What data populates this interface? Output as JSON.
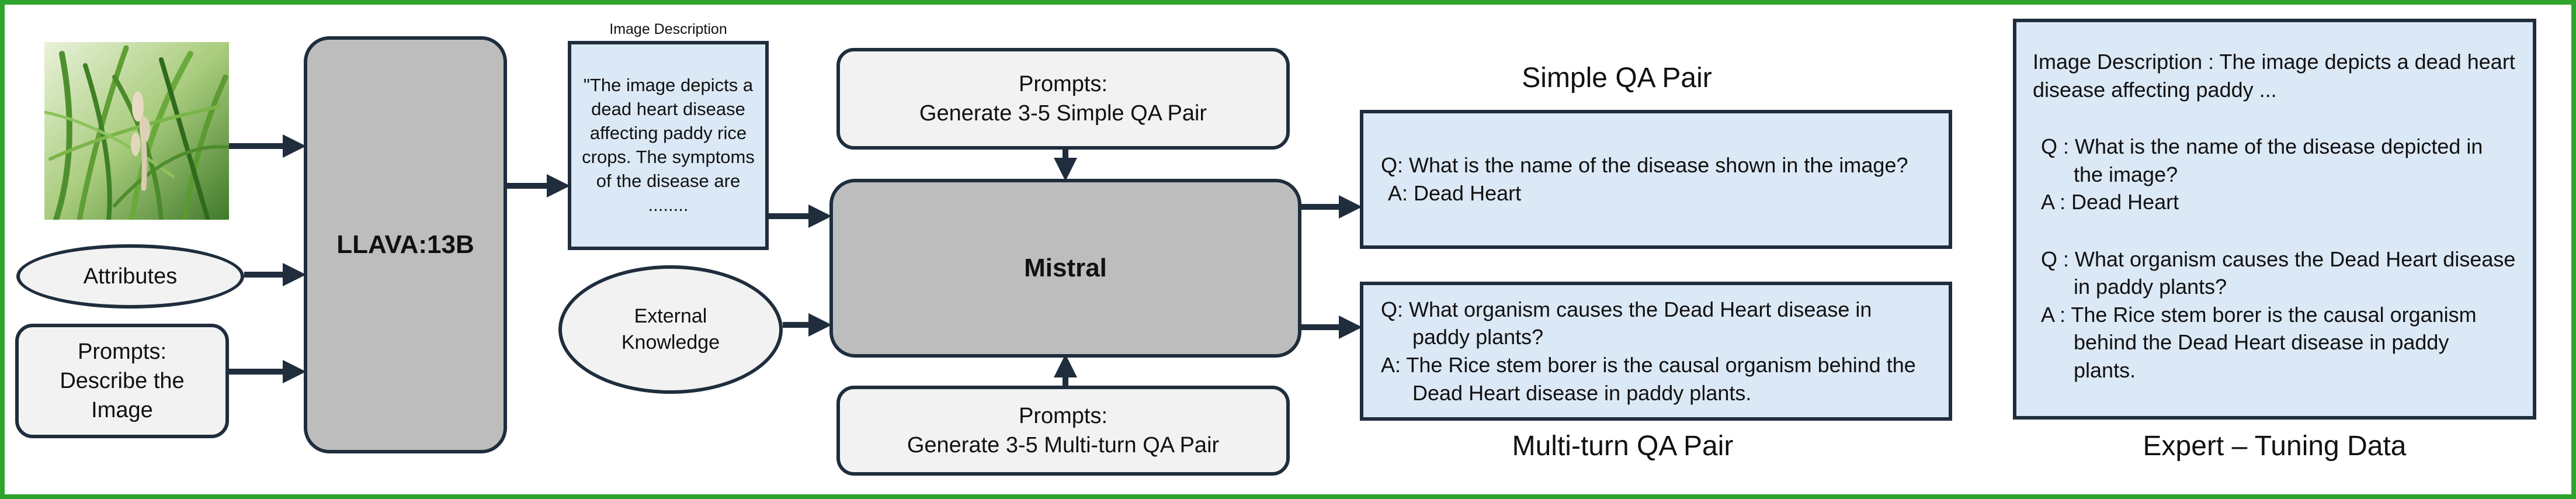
{
  "input_image": {
    "icon": "rice-plant-photo"
  },
  "attributes": {
    "label": "Attributes"
  },
  "prompt_describe": {
    "label": "Prompts:\nDescribe the\nImage"
  },
  "llava": {
    "label": "LLAVA:13B"
  },
  "image_description": {
    "heading": "Image Description",
    "text": "\"The image depicts a dead heart disease affecting paddy rice crops. The symptoms of the disease are ........"
  },
  "external_knowledge": {
    "label": "External\nKnowledge"
  },
  "prompt_simple": {
    "label": "Prompts:\nGenerate 3-5 Simple QA Pair"
  },
  "prompt_multiturn": {
    "label": "Prompts:\nGenerate 3-5 Multi-turn QA Pair"
  },
  "mistral": {
    "label": "Mistral"
  },
  "simple_qa": {
    "title": "Simple QA Pair",
    "q": "Q: What is the name of the disease shown in the image?",
    "a": "A: Dead Heart"
  },
  "multiturn_qa": {
    "title": "Multi-turn QA Pair",
    "q": "Q: What organism causes the Dead Heart disease in paddy plants?",
    "a": "A: The Rice stem borer is the causal organism behind the Dead Heart disease in paddy plants."
  },
  "expert_data": {
    "title": "Expert – Tuning Data",
    "description": "Image Description : The image depicts a dead heart disease affecting paddy ...",
    "q1": "Q : What is the name of the disease depicted in the image?",
    "a1": "A : Dead Heart",
    "q2": "Q : What organism causes the Dead Heart disease in paddy plants?",
    "a2": "A : The Rice stem borer is the causal organism behind the Dead Heart disease in paddy plants."
  },
  "colors": {
    "frame": "#2ea32e",
    "box_border": "#1f2d3d",
    "blue_fill": "#dbe8f5",
    "gray_fill": "#bdbdbd",
    "light_fill": "#f2f2f2",
    "arrow": "#1f2d3d"
  }
}
